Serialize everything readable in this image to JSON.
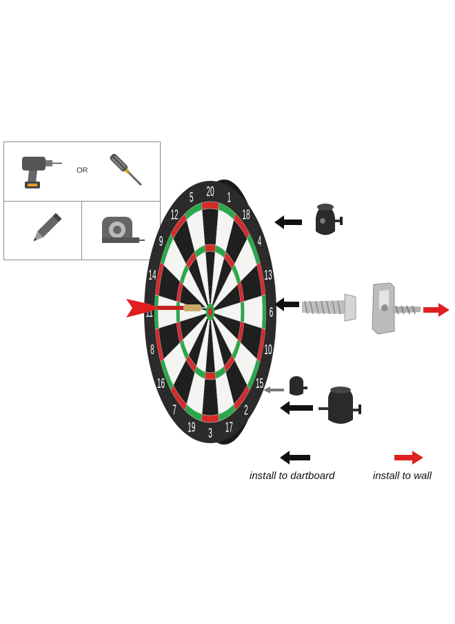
{
  "tools": {
    "or_label": "OR",
    "icons": [
      "drill-icon",
      "screwdriver-icon",
      "pencil-icon",
      "tape-measure-icon"
    ]
  },
  "dartboard": {
    "numbers": [
      "20",
      "1",
      "18",
      "4",
      "13",
      "6",
      "10",
      "15",
      "2",
      "17",
      "3",
      "19",
      "7",
      "16",
      "8",
      "11",
      "14",
      "9",
      "12",
      "5"
    ],
    "colors": {
      "rim": "#2b2b2b",
      "white": "#f4f4f2",
      "black": "#1f1f1f",
      "red": "#d42b2b",
      "green": "#2aa84a"
    }
  },
  "legend": {
    "dartboard_label": "install to dartboard",
    "wall_label": "install to wall",
    "colors": {
      "to_dartboard": "#111111",
      "to_wall": "#e02020"
    }
  }
}
